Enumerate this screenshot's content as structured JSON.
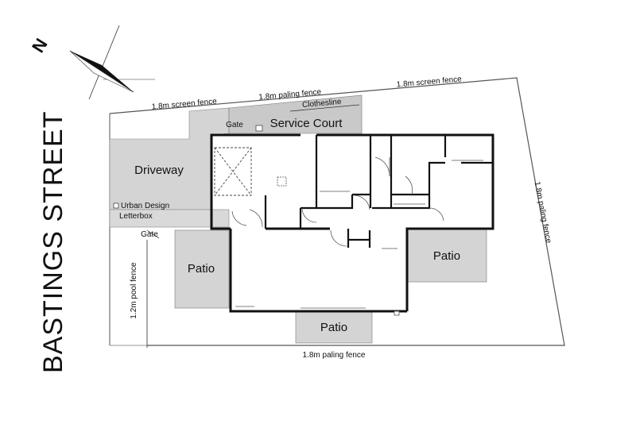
{
  "street": "BASTINGS STREET",
  "north_label": "N",
  "areas": {
    "driveway": "Driveway",
    "service_court": "Service Court",
    "patio_west": "Patio",
    "patio_east": "Patio",
    "patio_south": "Patio"
  },
  "fences": {
    "screen_fence_west": "1.8m screen fence",
    "paling_fence_north": "1.8m paling fence",
    "screen_fence_east": "1.8m screen fence",
    "paling_fence_east": "1.8m paling fence",
    "paling_fence_south": "1.8m paling fence",
    "pool_fence": "1.2m pool fence"
  },
  "features": {
    "clothesline": "Clothesline",
    "gate_service": "Gate",
    "gate_pool": "Gate",
    "urban_design": "Urban Design",
    "letterbox": "Letterbox"
  },
  "colors": {
    "paved": "#d4d4d4",
    "service_court": "#c9c9c9",
    "wall": "#111111",
    "boundary": "#555555"
  }
}
